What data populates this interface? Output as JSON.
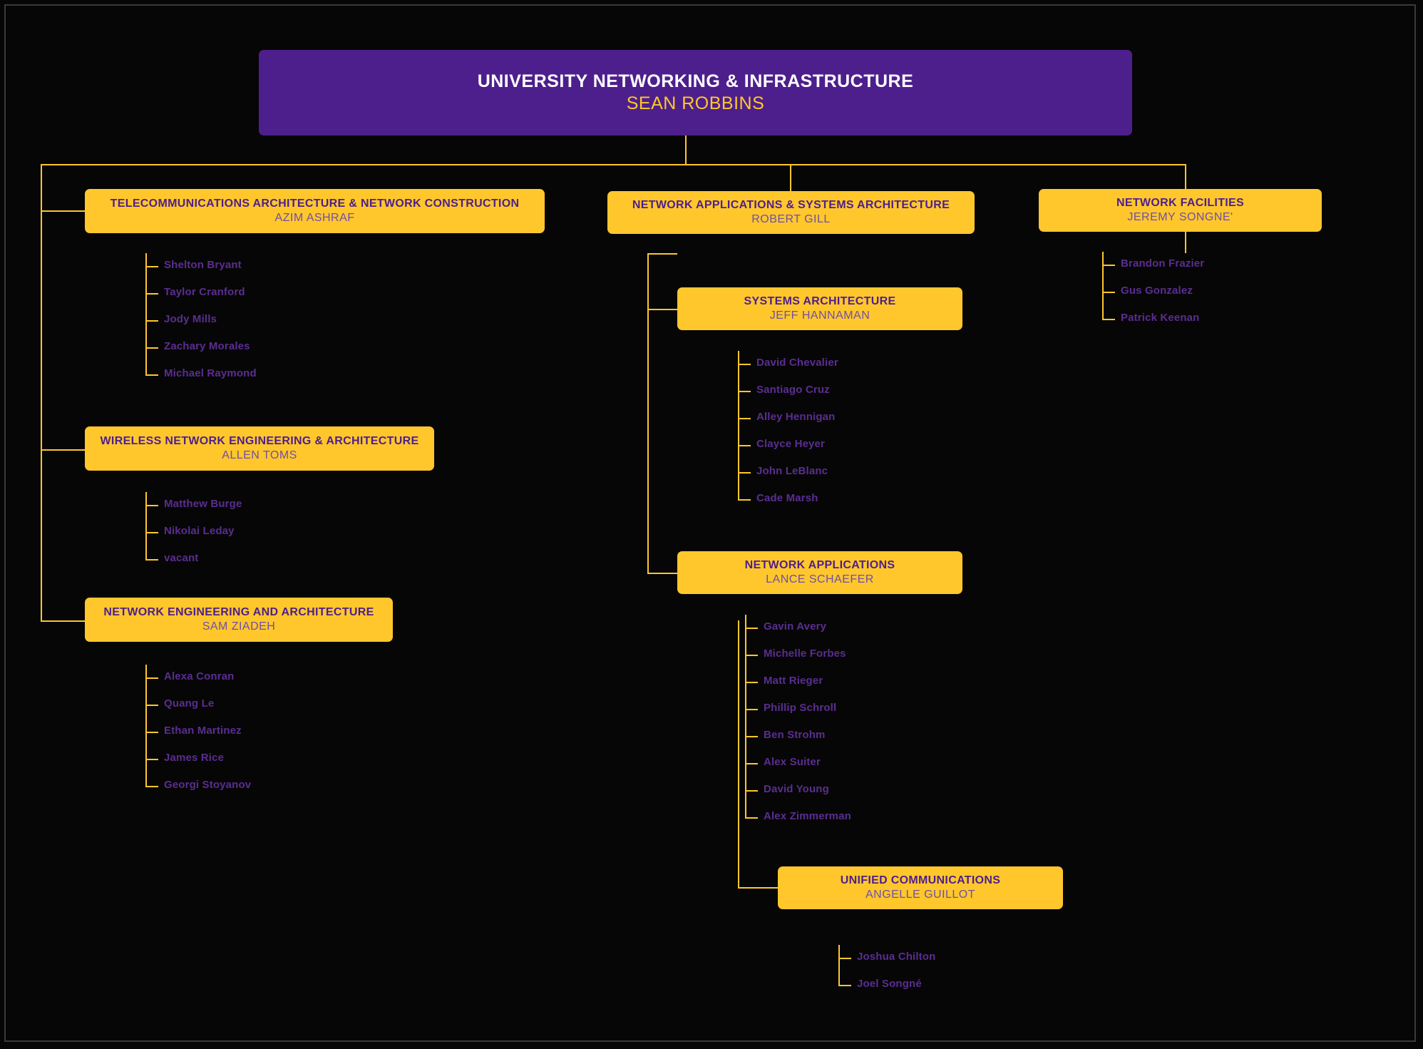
{
  "theme": {
    "background": "#060606",
    "accent_gold": "#ffc72c",
    "accent_purple": "#4d1f8c",
    "staff_text": "#5b2d91",
    "person_text": "#6e4fa8"
  },
  "root": {
    "title": "UNIVERSITY NETWORKING & INFRASTRUCTURE",
    "person": "SEAN ROBBINS"
  },
  "divisions": [
    {
      "id": "telecom",
      "title": "TELECOMMUNICATIONS ARCHITECTURE & NETWORK CONSTRUCTION",
      "person": "AZIM ASHRAF",
      "staff": [
        "Shelton Bryant",
        "Taylor Cranford",
        "Jody Mills",
        "Zachary Morales",
        "Michael Raymond"
      ]
    },
    {
      "id": "wireless",
      "title": "WIRELESS NETWORK ENGINEERING & ARCHITECTURE",
      "person": "ALLEN TOMS",
      "staff": [
        "Matthew Burge",
        "Nikolai Leday",
        "vacant"
      ]
    },
    {
      "id": "netengarch",
      "title": "NETWORK ENGINEERING AND ARCHITECTURE",
      "person": "SAM ZIADEH",
      "staff": [
        "Alexa Conran",
        "Quang Le",
        "Ethan Martinez",
        "James Rice",
        "Georgi Stoyanov"
      ]
    },
    {
      "id": "napps-sysarch",
      "title": "NETWORK APPLICATIONS & SYSTEMS ARCHITECTURE",
      "person": "ROBERT GILL",
      "staff": []
    },
    {
      "id": "sysarch",
      "title": "SYSTEMS ARCHITECTURE",
      "person": "JEFF HANNAMAN",
      "staff": [
        "David Chevalier",
        "Santiago Cruz",
        "Alley Hennigan",
        "Clayce Heyer",
        "John LeBlanc",
        "Cade Marsh"
      ]
    },
    {
      "id": "netapps",
      "title": "NETWORK APPLICATIONS",
      "person": "LANCE SCHAEFER",
      "staff": [
        "Gavin Avery",
        "Michelle Forbes",
        "Matt Rieger",
        "Phillip Schroll",
        "Ben Strohm",
        "Alex Suiter",
        "David Young",
        "Alex Zimmerman"
      ]
    },
    {
      "id": "unifiedcomms",
      "title": "UNIFIED COMMUNICATIONS",
      "person": "ANGELLE GUILLOT",
      "staff": [
        "Joshua Chilton",
        "Joel Songné"
      ]
    },
    {
      "id": "netfacilities",
      "title": "NETWORK FACILITIES",
      "person": "JEREMY SONGNE'",
      "staff": [
        "Brandon Frazier",
        "Gus Gonzalez",
        "Patrick Keenan"
      ]
    }
  ]
}
